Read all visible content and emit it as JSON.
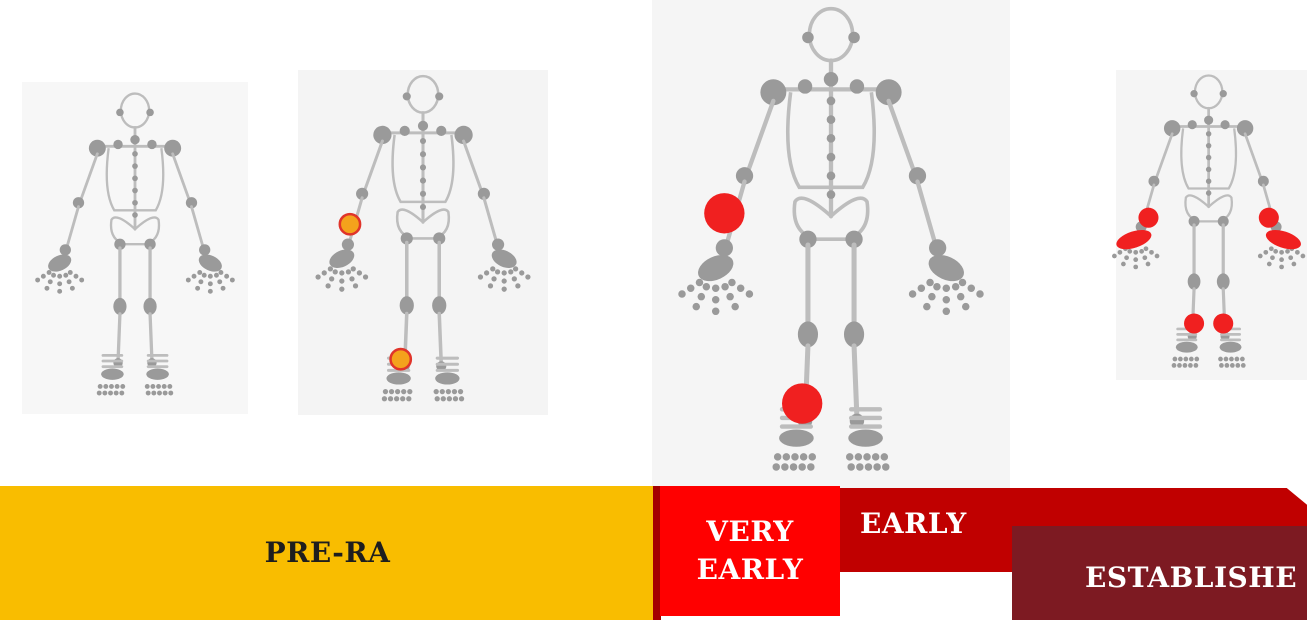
{
  "colors": {
    "bone": "#9a9a9a",
    "outline": "#bdbdbd",
    "pre_ra_joint": "#f4a21c",
    "pre_ra_joint_ring": "#e0342a",
    "active_joint": "#f02020",
    "pre_ra_band": "#f9bd00",
    "early_band": "#c00000",
    "very_early_band": "#ff0000",
    "established_band": "#7d1a22"
  },
  "stages": [
    {
      "label": "PRE-RA"
    },
    {
      "label": "VERY\nEARLY"
    },
    {
      "label": "EARLY"
    },
    {
      "label": "ESTABLISHE"
    }
  ],
  "figures": [
    {
      "name": "skeleton-no-symptoms",
      "highlighted_joints": []
    },
    {
      "name": "skeleton-pre-ra",
      "highlighted_joints": [
        "right-wrist",
        "right-ankle"
      ]
    },
    {
      "name": "skeleton-very-early",
      "highlighted_joints": [
        "right-wrist",
        "right-ankle"
      ]
    },
    {
      "name": "skeleton-established",
      "highlighted_joints": [
        "both-wrists",
        "both-hands",
        "both-ankles"
      ]
    }
  ]
}
